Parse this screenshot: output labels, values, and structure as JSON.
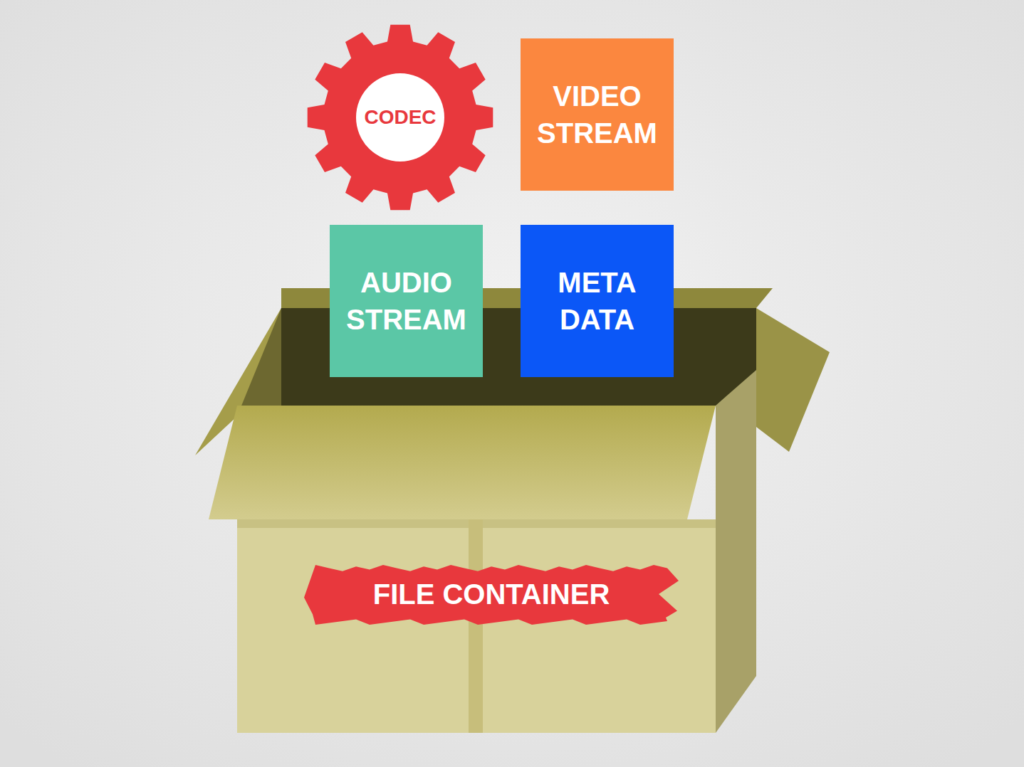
{
  "diagram": {
    "nodes": [
      {
        "text": [
          "CODEC"
        ]
      },
      {
        "text": [
          "VIDEO STREAM"
        ]
      },
      {
        "text": [
          "AUDIO STREAM"
        ]
      },
      {
        "text": [
          "META DATA"
        ]
      },
      {
        "text": [
          "FILE CONTAINER"
        ]
      }
    ]
  }
}
